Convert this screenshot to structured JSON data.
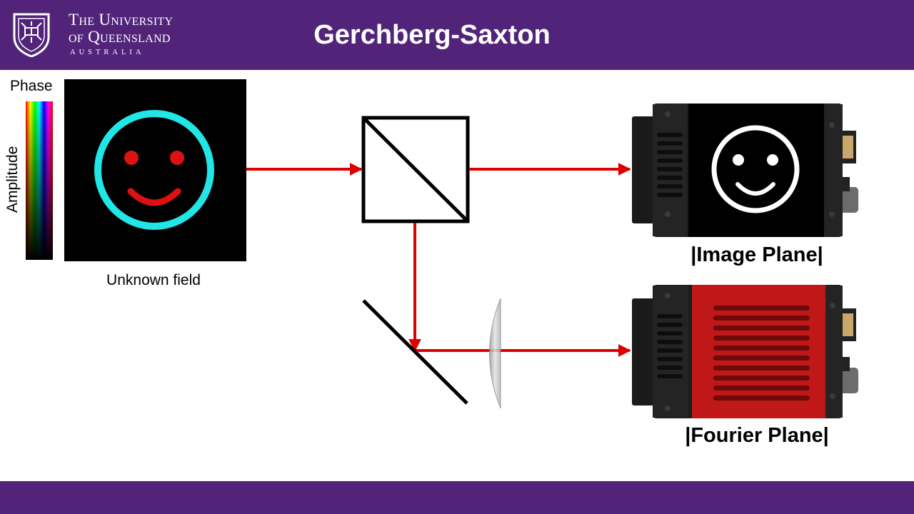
{
  "header": {
    "university_line1": "The University",
    "university_line2": "of Queensland",
    "university_country": "AUSTRALIA",
    "title": "Gerchberg-Saxton"
  },
  "colorbar": {
    "top_label": "Phase",
    "side_label": "Amplitude"
  },
  "field": {
    "caption": "Unknown field"
  },
  "cameras": {
    "image_plane_label": "|Image Plane|",
    "fourier_plane_label": "|Fourier Plane|"
  },
  "colors": {
    "header_purple": "#51247a",
    "beam_red": "#dd0000",
    "ring_cyan": "#22e5e5",
    "camera_red": "#c01818"
  }
}
